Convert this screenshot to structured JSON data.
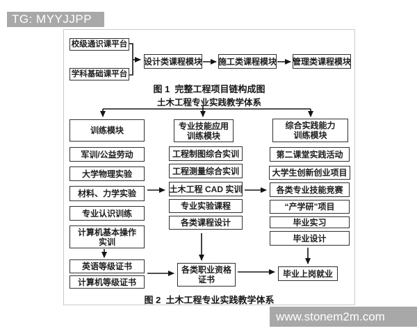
{
  "watermark_top": {
    "label": "TG: MYYJJPP"
  },
  "watermark_bottom": {
    "label": "www.stonem2m.com"
  },
  "figure1": {
    "caption": "图 1  完整工程项目链构成图",
    "boxes": {
      "platform_general": "校级通识课平台",
      "platform_discipline": "学科基础课平台",
      "module_design": "设计类课程模块",
      "module_construction": "施工类课程模块",
      "module_management": "管理类课程模块"
    }
  },
  "figure2": {
    "title": "土木工程专业实践教学体系",
    "caption": "图 2  土木工程专业实践教学体系",
    "left": {
      "header": "训练模块",
      "military": "军训/公益劳动",
      "physics": "大学物理实验",
      "materials": "材料、力学实验",
      "cognition": "专业认识训练",
      "computer_line1": "计算机基本操作",
      "computer_line2": "实训",
      "english_cert": "英语等级证书",
      "computer_cert": "计算机等级证书"
    },
    "middle": {
      "header_line1": "专业技能应用",
      "header_line2": "训练模块",
      "drawing": "工程制图综合实训",
      "survey": "工程测量综合实训",
      "cad": "土木工程 CAD 实训",
      "lab": "专业实验课程",
      "course_design": "各类课程设计",
      "cert_line1": "各类职业资格",
      "cert_line2": "证书"
    },
    "right": {
      "header_line1": "综合实践能力",
      "header_line2": "训练模块",
      "second_class": "第二课堂实践活动",
      "innovation": "大学生创新创业项目",
      "competition": "各类专业技能竞赛",
      "industry_project": "“产学研”项目",
      "internship": "毕业实习",
      "grad_design": "毕业设计",
      "employment": "毕业上岗就业"
    }
  },
  "colors": {
    "watermark_gray": "#a8a8a8",
    "box_border": "#2e2e2e",
    "frame_border": "#c9c9c9",
    "line": "#141414"
  }
}
